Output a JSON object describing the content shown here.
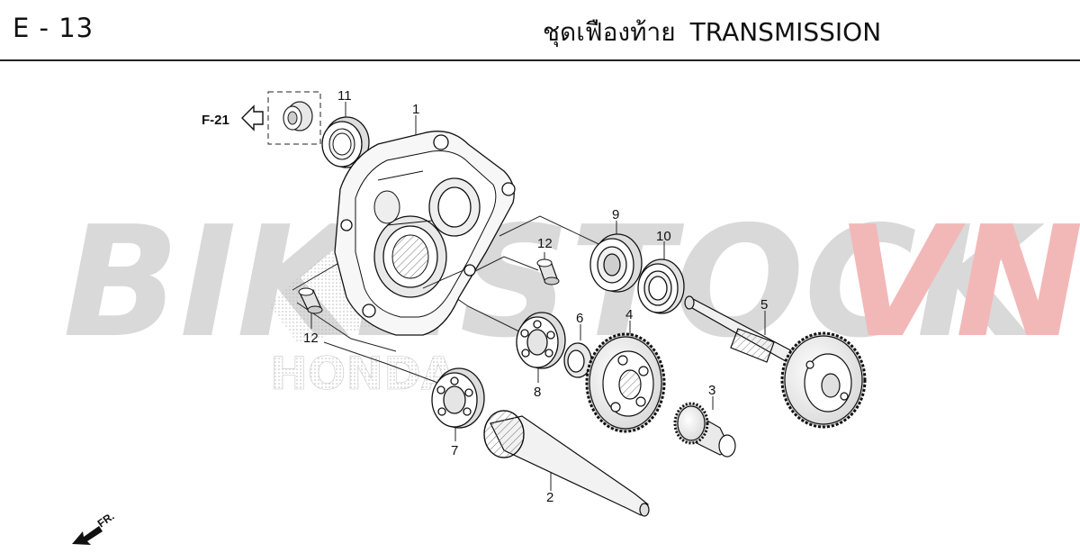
{
  "header": {
    "code": "E - 13",
    "title_thai": "ชุดเฟืองท้าย",
    "title_en": "TRANSMISSION"
  },
  "watermark": {
    "text_main": "BIKESTOCK",
    "text_accent": "VN",
    "logo_text": "HONDA",
    "color_main": "#d9d9d9",
    "color_accent": "#f2b8b8"
  },
  "reference": {
    "label": "F-21"
  },
  "direction": {
    "label": "FR."
  },
  "part_labels": {
    "p1": "1",
    "p2": "2",
    "p3": "3",
    "p4": "4",
    "p5": "5",
    "p6": "6",
    "p7": "7",
    "p8": "8",
    "p9": "9",
    "p10": "10",
    "p11": "11",
    "p12a": "12",
    "p12b": "12"
  }
}
